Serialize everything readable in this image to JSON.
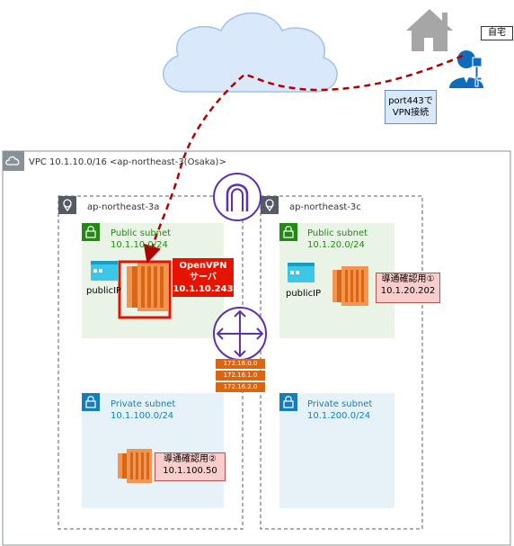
{
  "vpc": {
    "label": "VPC 10.1.10.0/16 <ap-northeast-3(Osaka)>"
  },
  "az_a": {
    "label": "ap-northeast-3a"
  },
  "az_c": {
    "label": "ap-northeast-3c"
  },
  "subnets": {
    "pub_a": {
      "title": "Public subnet",
      "cidr": "10.1.10.0/24"
    },
    "pub_c": {
      "title": "Public subnet",
      "cidr": "10.1.20.0/24"
    },
    "priv_a": {
      "title": "Private subnet",
      "cidr": "10.1.100.0/24"
    },
    "priv_c": {
      "title": "Private subnet",
      "cidr": "10.1.200.0/24"
    }
  },
  "public_ip_label": "publicIP",
  "openvpn": {
    "line1": "OpenVPN",
    "line2": "サーバ",
    "line3": "10.1.10.243"
  },
  "test1": {
    "line1": "導通確認用①",
    "line2": "10.1.20.202"
  },
  "test2": {
    "line1": "導通確認用②",
    "line2": "10.1.100.50"
  },
  "route_tags": [
    "172.16.0.0",
    "172.16.1.0",
    "172.16.2.0"
  ],
  "connection": {
    "line1": "port443で",
    "line2": "VPN接続"
  },
  "home": {
    "label": "自宅"
  },
  "colors": {
    "vpc_border": "#879196",
    "public_subnet_fill": "#e9f3e6",
    "private_subnet_fill": "#e6f2f8",
    "public_green": "#248814",
    "private_blue": "#147eba",
    "ec2_orange": "#d86613",
    "gateway_purple": "#5a30b5",
    "vpn_line": "#b20000",
    "callout_fill": "#f8cecc",
    "openvpn_fill": "#e51400",
    "user_blue": "#0f6cbd"
  }
}
